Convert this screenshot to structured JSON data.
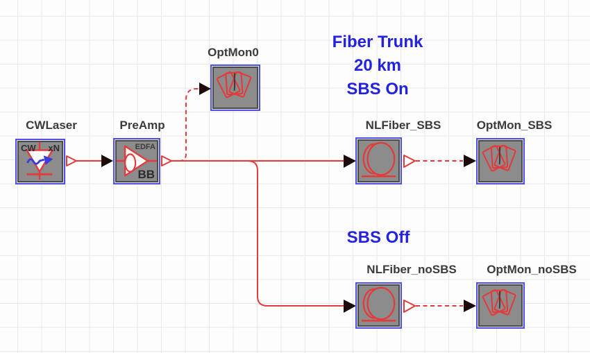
{
  "app": {
    "type": "photonic-circuit-schematic-canvas"
  },
  "palette": {
    "wire_red": "#e23b3b",
    "selection_blue": "#4f4fe0",
    "component_fill_gray": "#8c8c8c",
    "component_border_gray": "#4b4b4b",
    "label_gray": "#3b3b3b",
    "annotation_blue": "#2323dd",
    "grid_line": "#e9e9e9",
    "background": "#fdfdfd",
    "arrow_black": "#1b0b0b"
  },
  "components": {
    "cwlaser": {
      "label": "CWLaser",
      "badge_tl": "CW",
      "badge_tr": "xN",
      "icon": "laser-diode-icon"
    },
    "preamp": {
      "label": "PreAmp",
      "badge_tr": "EDFA",
      "badge_br": "BB",
      "icon": "edfa-amplifier-icon"
    },
    "optmon0": {
      "label": "OptMon0",
      "icon": "monitor-fan-icon"
    },
    "nlfiber_sbs": {
      "label": "NLFiber_SBS",
      "icon": "fiber-coil-icon"
    },
    "optmon_sbs": {
      "label": "OptMon_SBS",
      "icon": "monitor-fan-icon"
    },
    "nlfiber_nosbs": {
      "label": "NLFiber_noSBS",
      "icon": "fiber-coil-icon"
    },
    "optmon_nosbs": {
      "label": "OptMon_noSBS",
      "icon": "monitor-fan-icon"
    }
  },
  "annotations": {
    "trunk_line1": "Fiber Trunk",
    "trunk_line2": "20 km",
    "trunk_line3": "SBS On",
    "sbs_off": "SBS Off"
  }
}
